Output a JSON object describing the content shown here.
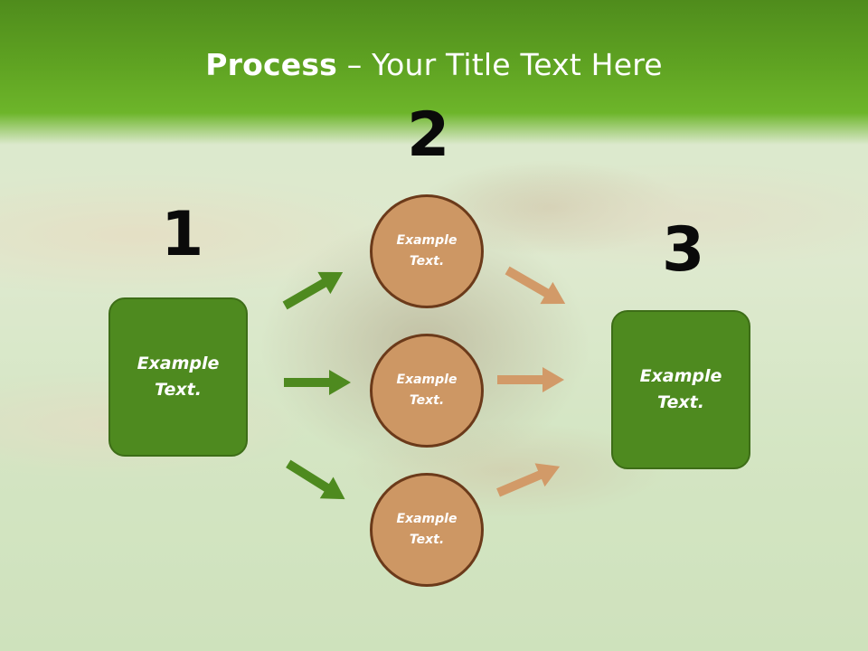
{
  "slide": {
    "title_bold": "Process",
    "title_rest": " – Your Title Text Here"
  },
  "steps": {
    "step1": "1",
    "step2": "2",
    "step3": "3"
  },
  "left_box": {
    "text": "Example Text."
  },
  "right_box": {
    "text": "Example Text."
  },
  "circles": [
    {
      "text": "Example Text."
    },
    {
      "text": "Example Text."
    },
    {
      "text": "Example Text."
    }
  ],
  "colors": {
    "header_green": "#5fa322",
    "box_green": "#4e8a1f",
    "arrow_green": "#4e8a1f",
    "circle_fill": "#cd9764",
    "circle_border": "#6b3a1a",
    "arrow_tan": "#d29a68"
  }
}
